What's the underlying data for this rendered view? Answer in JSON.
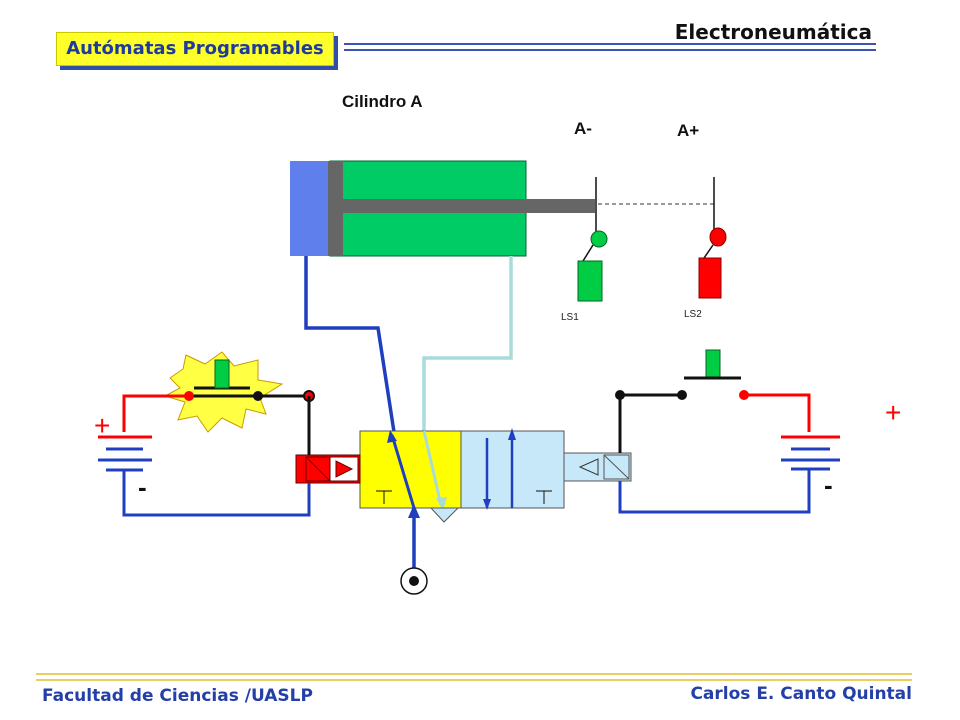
{
  "header": {
    "title": "Electroneumática",
    "subject": "Autómatas Programables"
  },
  "footer": {
    "institution": "Facultad de Ciencias /UASLP",
    "author": "Carlos E. Canto Quintal"
  },
  "diagram": {
    "cylinder_label": "Cilindro A",
    "position_retracted": "A-",
    "position_extended": "A+",
    "switch_1": "LS1",
    "switch_2": "LS2",
    "left_supply_plus": "+",
    "left_supply_minus": "-",
    "right_supply_plus": "+",
    "right_supply_minus": "-"
  },
  "colors": {
    "cylinder_body": "#00cc66",
    "supply_line": "#1f3fbf",
    "exhaust_line": "#a8dcdc",
    "valve_left": "#ffff00",
    "valve_right": "#c6e8f8",
    "solenoid_left": "#ff0000",
    "wire_positive": "#ff0000"
  }
}
